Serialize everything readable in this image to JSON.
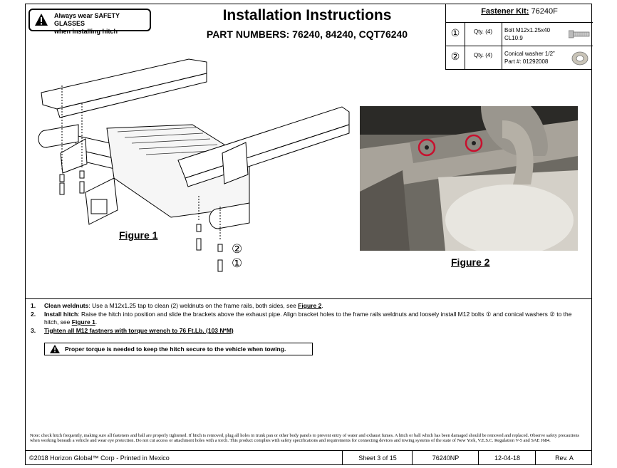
{
  "warning_banner": {
    "line1": "Always wear SAFETY GLASSES",
    "line2": "when installing hitch"
  },
  "title": "Installation Instructions",
  "part_numbers": "PART NUMBERS: 76240, 84240, CQT76240",
  "fastener_kit": {
    "label": "Fastener Kit:",
    "number": "76240F",
    "items": [
      {
        "num": "①",
        "qty": "Qty. (4)",
        "desc1": "Bolt M12x1.25x40",
        "desc2": "CL10.9"
      },
      {
        "num": "②",
        "qty": "Qty. (4)",
        "desc1": "Conical washer 1/2”",
        "desc2": "Part #: 01292008"
      }
    ]
  },
  "figure1": {
    "label": "Figure 1",
    "callout1": "②",
    "callout2": "①"
  },
  "figure2": {
    "label": "Figure 2"
  },
  "steps": [
    {
      "num": "1.",
      "title": "Clean weldnuts",
      "text": ": Use a M12x1.25 tap to clean (2) weldnuts on the frame rails, both sides, see ",
      "ref": "Figure 2",
      "tail": "."
    },
    {
      "num": "2.",
      "title": "Install hitch",
      "text": ": Raise the hitch into position and slide the brackets above the exhaust pipe. Align bracket holes to the frame rails weldnuts and loosely install M12 bolts ① and conical washers ② to the hitch, see ",
      "ref": "Figure 1",
      "tail": "."
    },
    {
      "num": "3.",
      "title": "Tighten all M12 fastners with torque wrench to 76 Ft.Lb. (103 N*M)",
      "text": "",
      "ref": "",
      "tail": ""
    }
  ],
  "torque_callout": "Proper torque is needed to keep the hitch  secure to the vehicle when towing.",
  "note": "Note: check hitch frequently, making sure all fasteners and ball are properly tightened.  If hitch is removed, plug all holes in trunk pan or other body panels to prevent entry of water and exhaust fumes. A hitch or ball which has been damaged should be removed and replaced.  Observe safety precautions when working beneath a vehicle and wear eye protection. Do not cut access or attachment holes with a torch. This product complies with safety specifications and requirements for connecting devices and towing systems of the state of New York, V.E.S.C. Regulation V-5 and SAE J684.",
  "footer": {
    "copyright": "©2018 Horizon Global™ Corp - Printed in Mexico",
    "sheet": "Sheet 3 of 15",
    "doc": "76240NP",
    "date": "12-04-18",
    "rev": "Rev. A"
  }
}
